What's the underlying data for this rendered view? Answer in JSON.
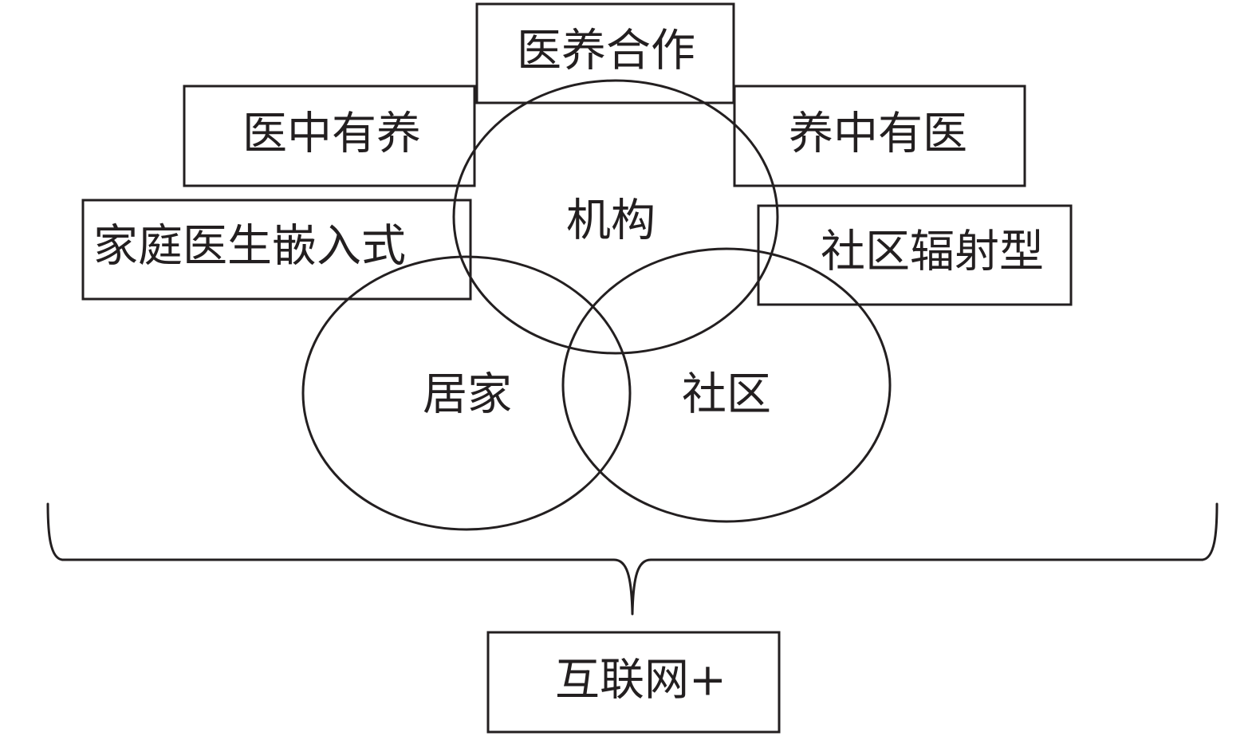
{
  "boxes": {
    "top": "医养合作",
    "upper_left": "医中有养",
    "upper_right": "养中有医",
    "middle_left": "家庭医生嵌入式",
    "middle_right": "社区辐射型",
    "bottom": "互联网+"
  },
  "circles": {
    "institution": "机构",
    "home": "居家",
    "community": "社区"
  },
  "colors": {
    "stroke": "#231f20",
    "background": "#ffffff"
  }
}
